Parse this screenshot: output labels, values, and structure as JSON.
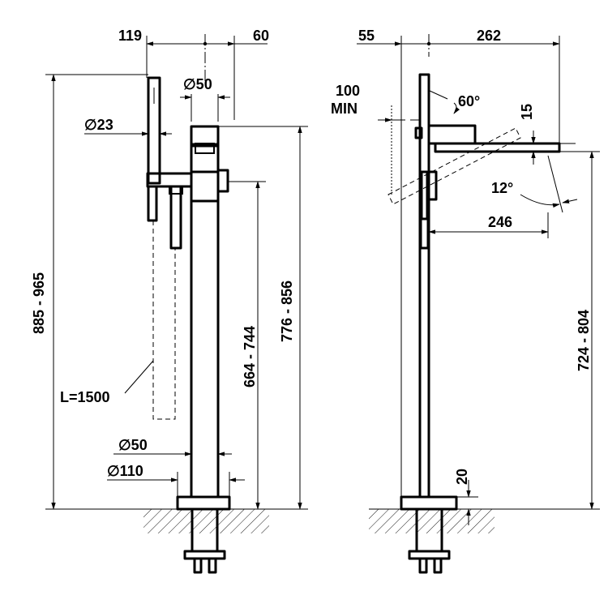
{
  "drawing": {
    "front_view": {
      "dim_top_left": "119",
      "dim_top_right": "60",
      "dim_spout_diameter": "∅50",
      "dim_handshower_diameter": "∅23",
      "dim_total_height": "885 - 965",
      "dim_hose_length": "L=1500",
      "dim_column_diameter": "∅50",
      "dim_base_diameter": "∅110",
      "dim_lever_height": "664 - 744",
      "dim_body_height": "776 - 856"
    },
    "side_view": {
      "dim_top_left": "55",
      "dim_top_right": "262",
      "dim_clearance": "100",
      "dim_clearance_sub": "MIN",
      "dim_lever_angle": "60°",
      "dim_spout_thickness": "15",
      "dim_spout_angle": "12°",
      "dim_spout_reach": "246",
      "dim_spout_height": "724 - 804",
      "dim_base_height": "20"
    }
  }
}
